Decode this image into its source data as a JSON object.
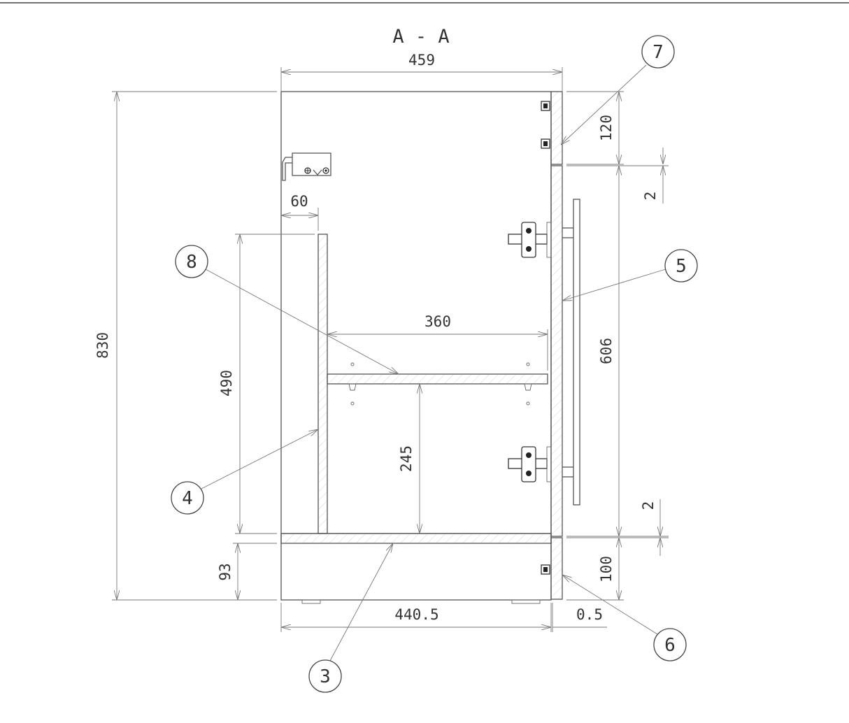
{
  "title": "A - A",
  "dimensions": {
    "top_width": "459",
    "total_height": "830",
    "top_rail": "120",
    "gap_top": "2",
    "door_height": "606",
    "gap_bottom": "2",
    "plinth_right": "100",
    "plinth_left": "93",
    "left_offset": "60",
    "panel_height": "490",
    "shelf_width": "360",
    "shelf_height": "245",
    "bottom_width": "440.5",
    "door_gap": "0.5"
  },
  "balloons": {
    "b3": "3",
    "b4": "4",
    "b5": "5",
    "b6": "6",
    "b7": "7",
    "b8": "8"
  }
}
